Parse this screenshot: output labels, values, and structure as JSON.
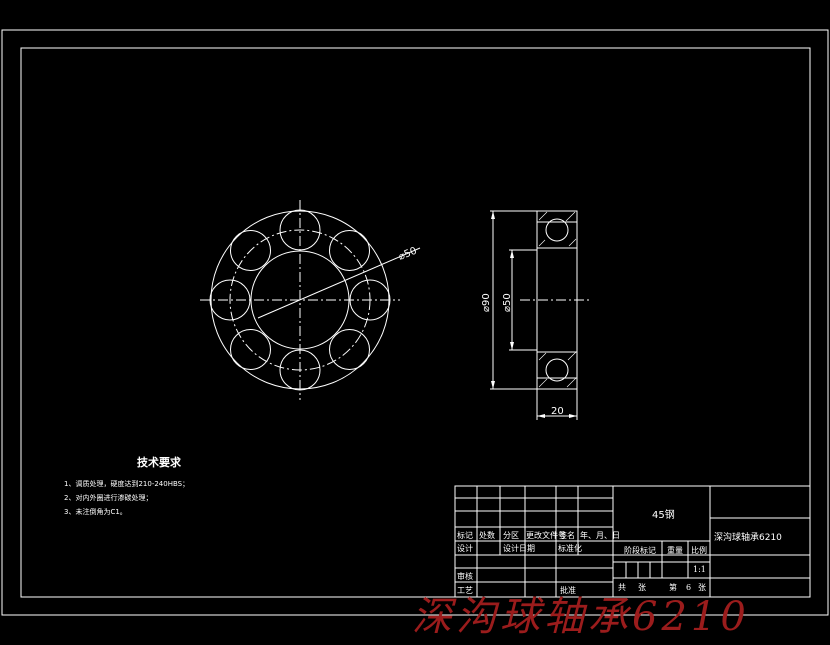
{
  "dimensions": {
    "inner_diameter_label": "⌀50",
    "outer_diameter_label": "⌀90",
    "bore_label": "⌀50",
    "width_label": "20"
  },
  "tech_requirements": {
    "title": "技术要求",
    "items": [
      "1、调质处理，硬度达到210-240HBS；",
      "2、对内外圈进行渗碳处理；",
      "3、未注倒角为C1。"
    ]
  },
  "title_block": {
    "material": "45钢",
    "part_name": "深沟球轴承6210",
    "labels": {
      "biaoji": "标记",
      "chushu": "处数",
      "fenqu": "分区",
      "gengai": "更改文件号",
      "qianming": "签名",
      "date": "年、月、日",
      "sheji": "设计",
      "shejiriqi": "设计日期",
      "biaozhunhua": "标准化",
      "jieduan": "阶段标记",
      "zhongliang": "重量",
      "bili": "比例",
      "scale": "1:1",
      "shenhe": "审核",
      "gongyi": "工艺",
      "pizhun": "批准",
      "gong": "共",
      "zhang": "张",
      "di": "第",
      "zhang2": "张",
      "sheets": "6"
    }
  },
  "watermark": "深沟球轴承6210"
}
